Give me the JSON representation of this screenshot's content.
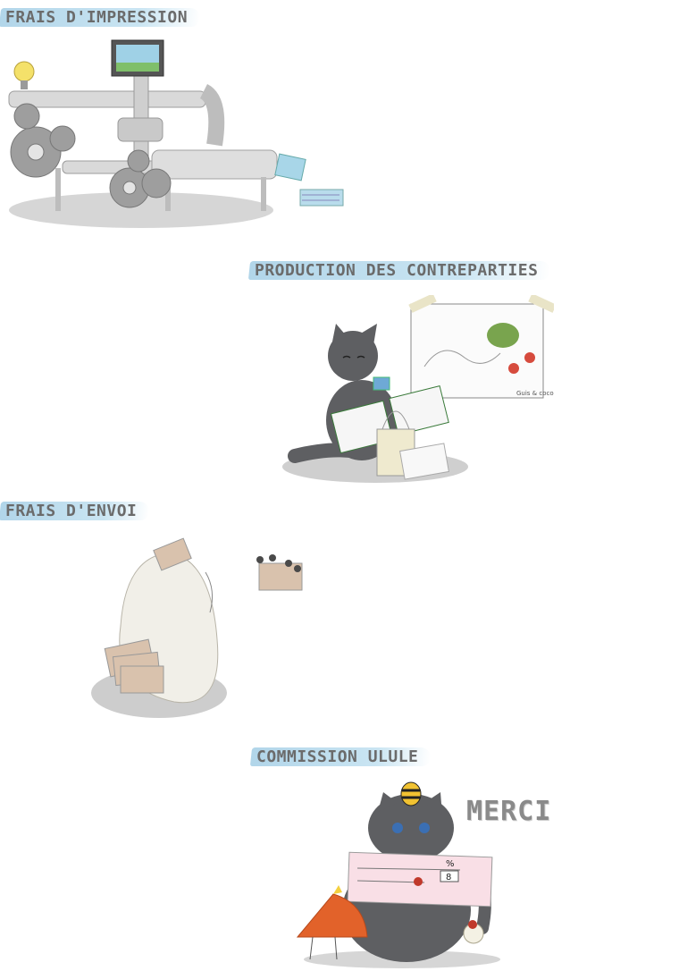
{
  "sections": [
    {
      "title": "FRAIS D'IMPRESSION",
      "illustration": "printing-machine"
    },
    {
      "title": "PRODUCTION DES CONTREPARTIES",
      "illustration": "cat-with-rewards"
    },
    {
      "title": "FRAIS D'ENVOI",
      "illustration": "mail-sack"
    },
    {
      "title": "COMMISSION ULULE",
      "illustration": "cat-with-check"
    }
  ],
  "merci": "MERCI",
  "poster_caption": "Guis & coco",
  "check": {
    "percent": "%",
    "amount": "8"
  },
  "colors": {
    "heading_bg": "#add3e8",
    "heading_text": "#6b6b6b",
    "cat": "#5e5f62",
    "bird": "#e2622a"
  }
}
